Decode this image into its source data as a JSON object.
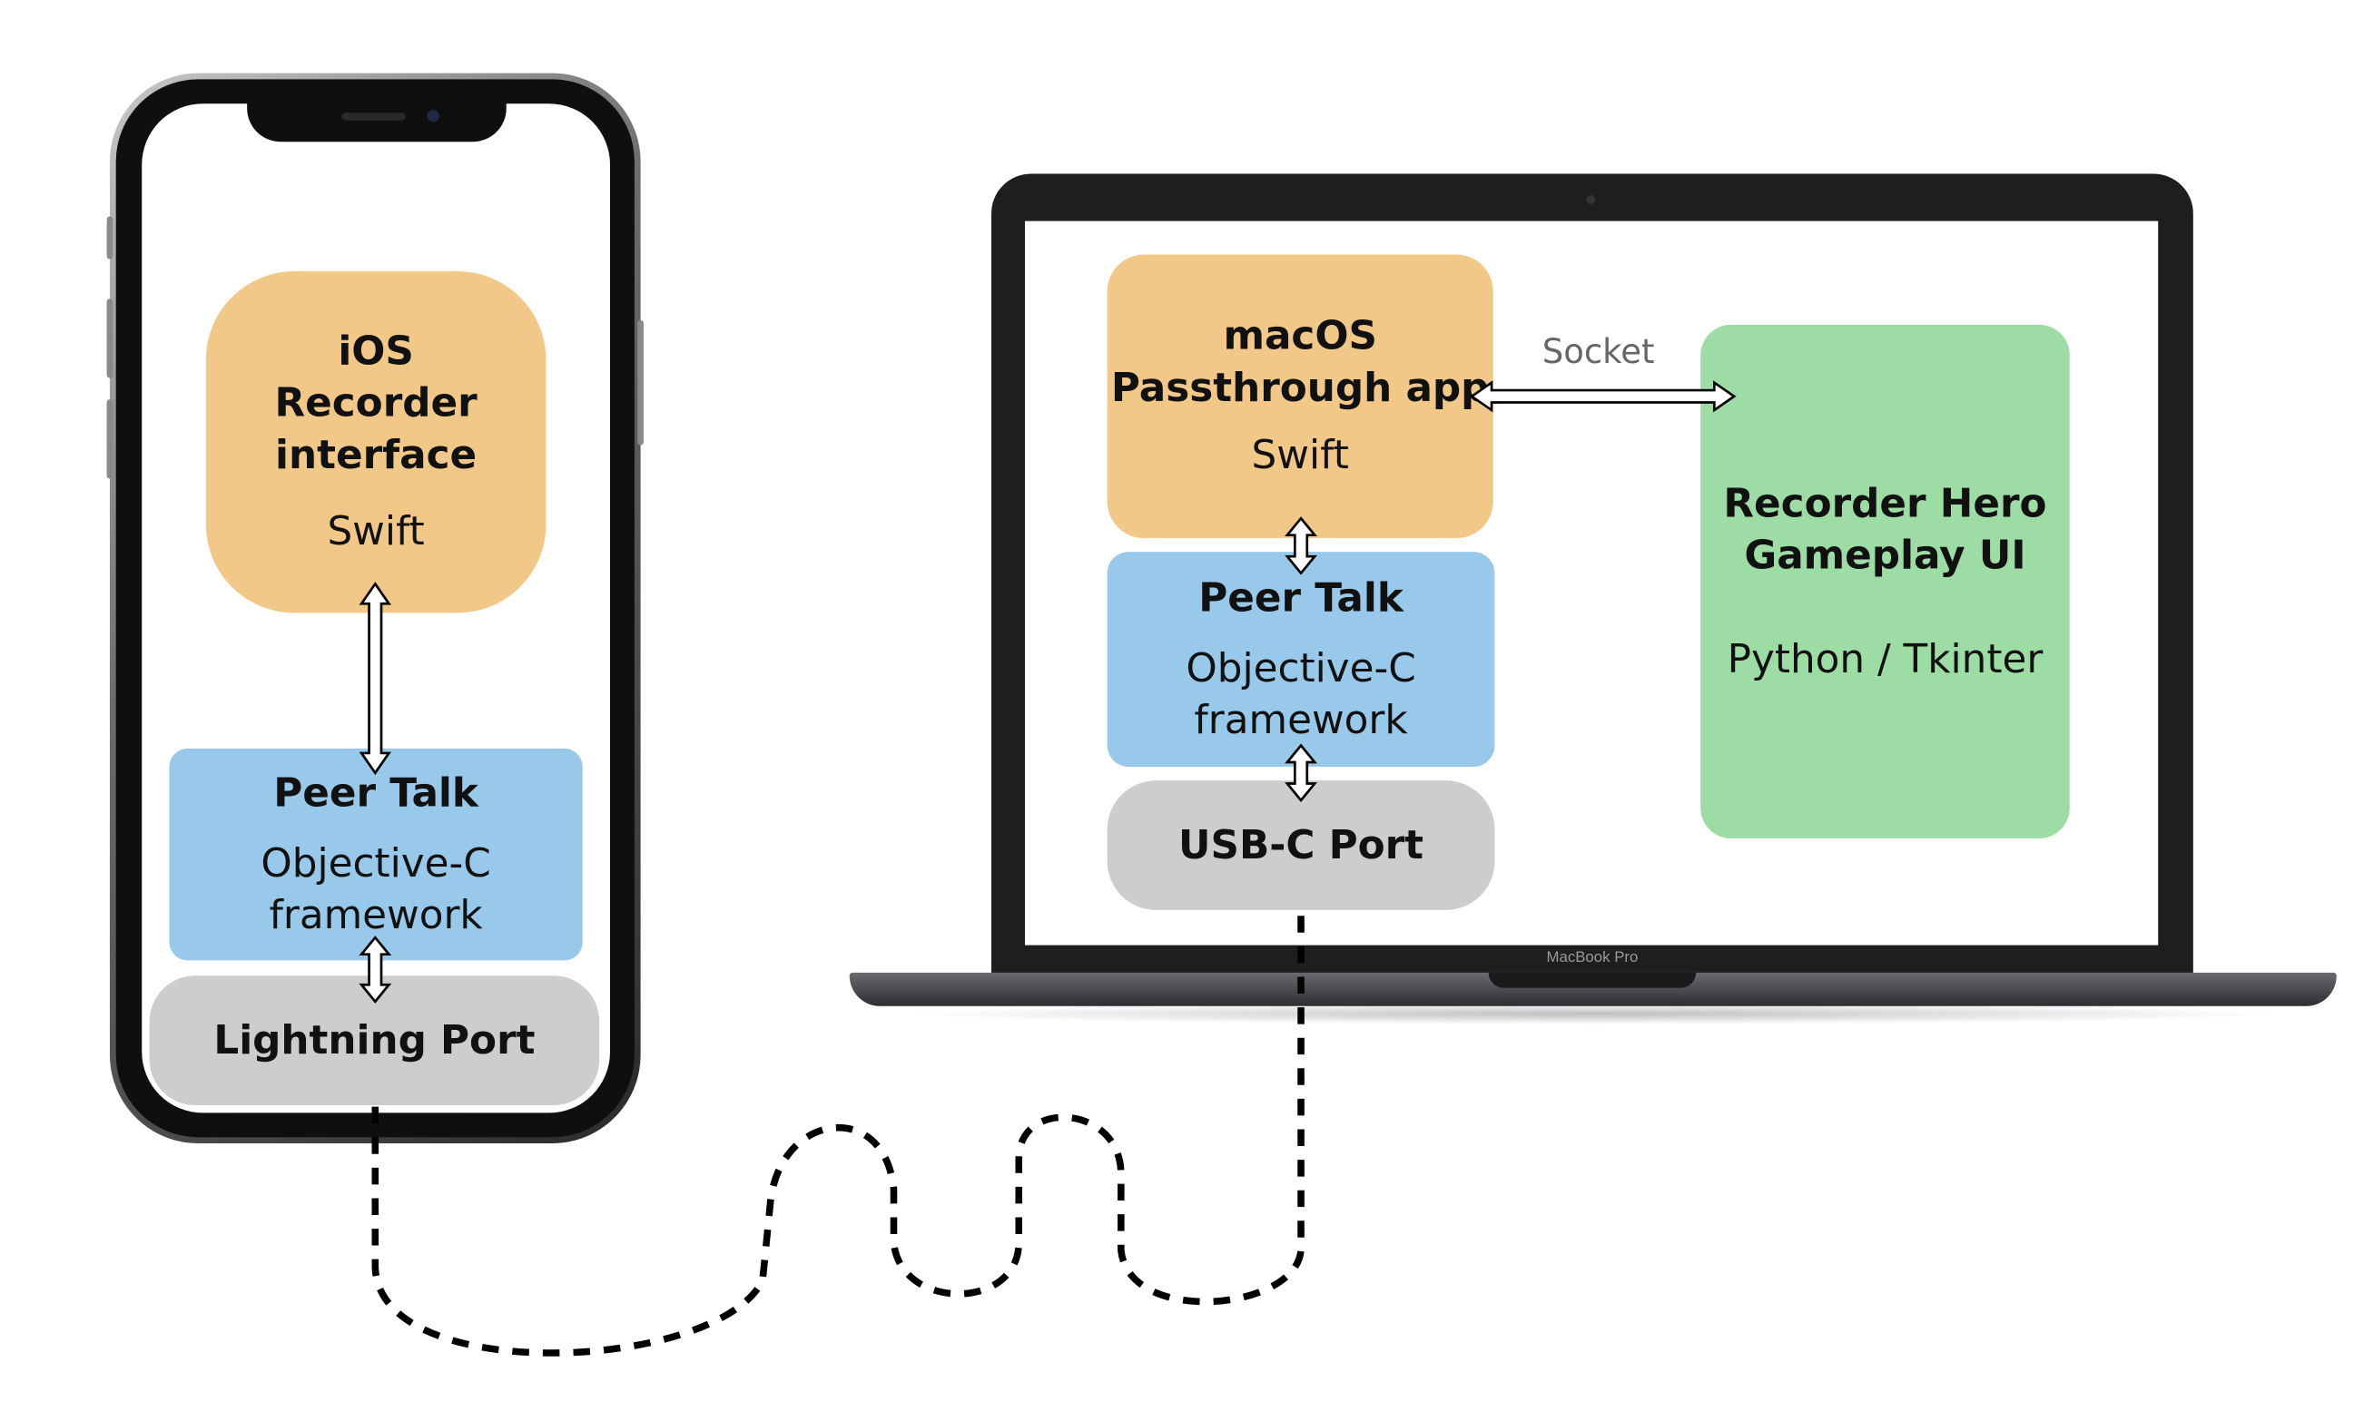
{
  "ios_recorder": {
    "title": "iOS Recorder interface",
    "title_lines": [
      "iOS",
      "Recorder",
      "interface"
    ],
    "language": "Swift"
  },
  "ios_peertalk": {
    "title": "Peer Talk",
    "line1": "Objective-C",
    "line2": "framework"
  },
  "ios_port": {
    "label": "Lightning Port"
  },
  "mac_passthrough": {
    "title_lines": [
      "macOS",
      "Passthrough app"
    ],
    "language": "Swift"
  },
  "mac_peertalk": {
    "title": "Peer Talk",
    "line1": "Objective-C",
    "line2": "framework"
  },
  "mac_port": {
    "label": "USB-C Port"
  },
  "socket": {
    "label": "Socket"
  },
  "gameplay_ui": {
    "title_lines": [
      "Recorder Hero",
      "Gameplay UI"
    ],
    "language": "Python / Tkinter"
  },
  "laptop": {
    "model_label": "MacBook Pro"
  },
  "colors": {
    "swift_box": "#f2c888",
    "peertalk_box": "#99c9ea",
    "port_box": "#cdcdcd",
    "python_box": "#9edca6"
  }
}
